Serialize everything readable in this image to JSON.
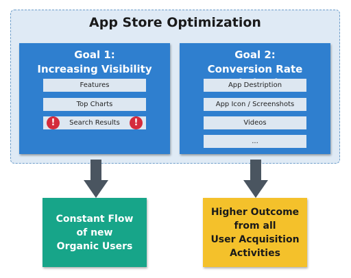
{
  "title": "App Store Optimization",
  "goal1": {
    "title_line1": "Goal 1:",
    "title_line2": "Increasing Visibility",
    "items": [
      "Features",
      "Top Charts",
      "Search Results"
    ]
  },
  "goal2": {
    "title_line1": "Goal 2:",
    "title_line2": "Conversion Rate Optimization",
    "items": [
      "App Destription",
      "App Icon / Screenshots",
      "Videos",
      "..."
    ]
  },
  "outcome1": {
    "lines": [
      "Constant Flow",
      "of new",
      "Organic Users"
    ]
  },
  "outcome2": {
    "lines": [
      "Higher Outcome",
      "from all",
      "User Acquisition",
      "Activities"
    ]
  },
  "icons": {
    "warning": "exclamation-icon",
    "arrow": "arrow-down-icon"
  },
  "colors": {
    "container_bg": "#dfeaf5",
    "goal_box": "#2f7fcf",
    "outcome1": "#17a589",
    "outcome2": "#f4c12b",
    "warning": "#d42b3c",
    "arrow": "#4a5560"
  }
}
